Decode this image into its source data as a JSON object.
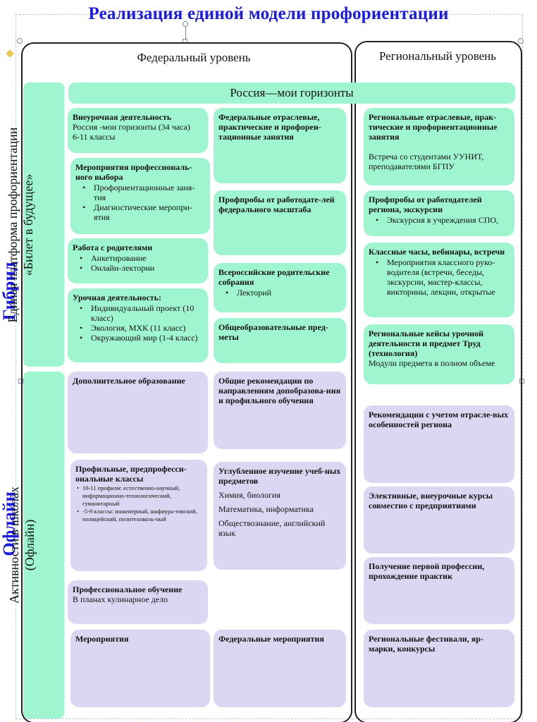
{
  "title": "Реализация единой модели профориентации",
  "levels": {
    "federal": "Федеральный уровень",
    "regional": "Региональный уровень"
  },
  "side_words": {
    "hybrid": "Гибрид",
    "offline": "Офлайн"
  },
  "bands": {
    "top": [
      "Единая платформа профориентации",
      "«Билет в будущее»"
    ],
    "bottom": [
      "Активности в школах",
      "(Офлайн)"
    ]
  },
  "russia": "Россия—мои горизонты",
  "boxes": {
    "extracurricular": {
      "title": "Внеурочная деятельность",
      "lines": [
        "Россия -мои горизонты (34 часа)",
        "6-11 классы"
      ]
    },
    "career_events": {
      "title": "Мероприятия профессиональ-ного выбора",
      "items": [
        "Профориентационные заня-тия",
        "Диагностические меропри-ятия"
      ]
    },
    "parents": {
      "title": "Работа с родителями",
      "items": [
        "Анкетирование",
        "Онлайн-лектории"
      ]
    },
    "lessons": {
      "title": "Урочная деятельность:",
      "items": [
        "Индивидуальный проект (10 класс)",
        "Экология, МХК (11 класс)",
        "Окружающий мир (1-4 класс)"
      ]
    },
    "fed_sector": {
      "title": "Федеральные отраслевые, практические и профорен-тационные занятия"
    },
    "fed_probes": {
      "title": "Профпробы от работодате-лей федерального масштаба"
    },
    "fed_parents": {
      "title": "Всероссийские родительские собрания",
      "items": [
        "Лекторий"
      ]
    },
    "fed_subjects": {
      "title": "Общеобразовательные пред-меты"
    },
    "reg_sector": {
      "title": "Региональные отраслевые, прак-тические и профориентационные занятия",
      "text": "Встреча со студентами УУНИТ, преподавателями БГПУ"
    },
    "reg_probes": {
      "title": "Профпробы от работодателей региона, экскурсии",
      "items": [
        "Экскурсия в учреждения СПО,"
      ]
    },
    "reg_classhours": {
      "title": "Классные часы, вебинары, встречи",
      "items": [
        "Мероприятия классного руко-водителя (встречи, беседы, экскурсии, мастер-классы, викторины, лекции, открытые"
      ]
    },
    "reg_cases": {
      "title": "Региональные кейсы урочной деятельности и предмет Труд (технология)",
      "text": "Модули предмета в полном объеме"
    },
    "add_edu": {
      "title": "Дополнительное образование"
    },
    "profile": {
      "title": "Профильные, предпрофесси-ональные классы",
      "items": [
        "10-11 профили: естественно-научный, информационно-технологический, гуманитарный",
        "-5-9 классы: инженерный, шафиура-товский, полицейский, политехнваль-ный"
      ]
    },
    "prof_training": {
      "title": "Профессиональное обучение",
      "text": "В планах кулинарное дело"
    },
    "events": {
      "title": "Мероприятия"
    },
    "general_recs": {
      "title": "Общие рекомендации по направлениям допобразова-ния и профильного обучения"
    },
    "deep_study": {
      "title": "Углубленное изучение учеб-ных предметов",
      "lines": [
        "Химия, биология",
        "Математика, информатика",
        "Обществознание, английский язык"
      ]
    },
    "fed_events": {
      "title": "Федеральные мероприятия"
    },
    "reg_recs": {
      "title": "Рекомендации с учетом отрасле-вых особенностей региона"
    },
    "electives": {
      "title": "Элективные, внеурочные курсы совместно с предприятиями"
    },
    "first_prof": {
      "title": "Получение первой профессии, прохождение практик"
    },
    "festivals": {
      "title": "Региональные фестивали, яр-марки, конкурсы"
    }
  },
  "colors": {
    "green": "#9ff5cf",
    "purple": "#dcd6f2",
    "blue_text": "#1a1ae0"
  }
}
